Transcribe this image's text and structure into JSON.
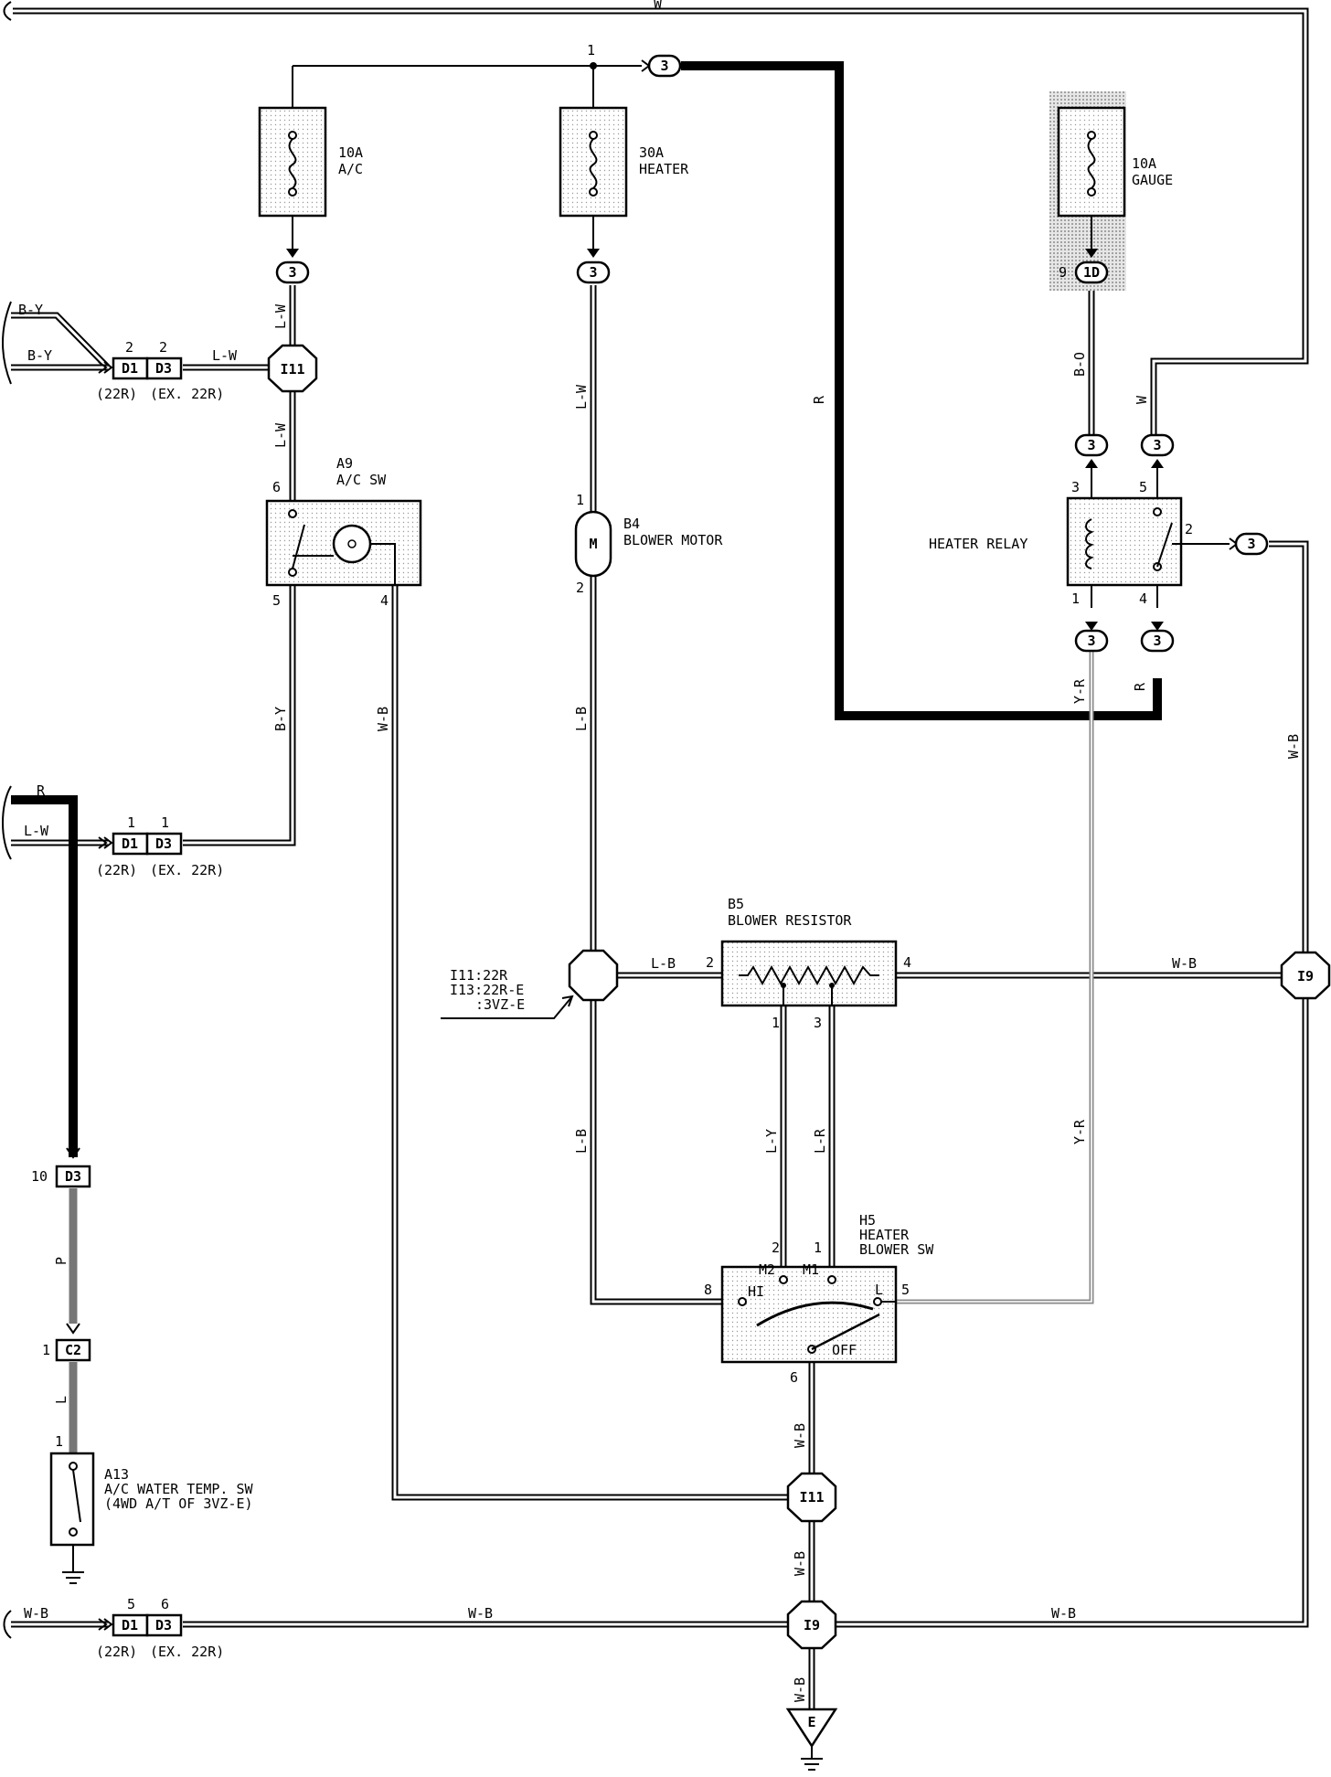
{
  "fuses": [
    {
      "id": "fuse-ac",
      "rating": "10A",
      "name": "A/C"
    },
    {
      "id": "fuse-heater",
      "rating": "30A",
      "name": "HEATER"
    },
    {
      "id": "fuse-gauge",
      "rating": "10A",
      "name": "GAUGE"
    }
  ],
  "components": {
    "a9": {
      "code": "A9",
      "name": "A/C SW"
    },
    "b4": {
      "code": "B4",
      "name": "BLOWER MOTOR"
    },
    "b5": {
      "code": "B5",
      "name": "BLOWER RESISTOR"
    },
    "h5": {
      "code": "H5",
      "name_line1": "HEATER",
      "name_line2": "BLOWER SW"
    },
    "relay": {
      "name": "HEATER RELAY"
    },
    "a13": {
      "code": "A13",
      "name_line1": "A/C WATER TEMP. SW",
      "name_line2": "(4WD A/T OF 3VZ-E)"
    },
    "ground": {
      "label": "E"
    }
  },
  "switch_labels": {
    "hi": "HI",
    "m2": "M2",
    "m1": "M1",
    "lo": "L",
    "off": "OFF"
  },
  "motor_symbol": "M",
  "junction_note": {
    "line1": "I11:22R",
    "line2": "I13:22R-E",
    "line3": ":3VZ-E"
  },
  "connectors": {
    "c3": "3",
    "c1d": "1D",
    "d1": "D1",
    "d3": "D3",
    "c2": "C2",
    "i11": "I11",
    "i9": "I9",
    "variant_22r": "(22R)",
    "variant_ex22r": "(EX. 22R)"
  },
  "wire_colors": {
    "w": "W",
    "bo": "B-O",
    "lw": "L-W",
    "r": "R",
    "by": "B-Y",
    "wb": "W-B",
    "lb": "L-B",
    "yr": "Y-R",
    "ly": "L-Y",
    "lr": "L-R",
    "p": "P",
    "l": "L"
  },
  "pins": {
    "p1": "1",
    "p2": "2",
    "p3": "3",
    "p4": "4",
    "p5": "5",
    "p6": "6",
    "p8": "8",
    "p9": "9",
    "p10": "10"
  }
}
